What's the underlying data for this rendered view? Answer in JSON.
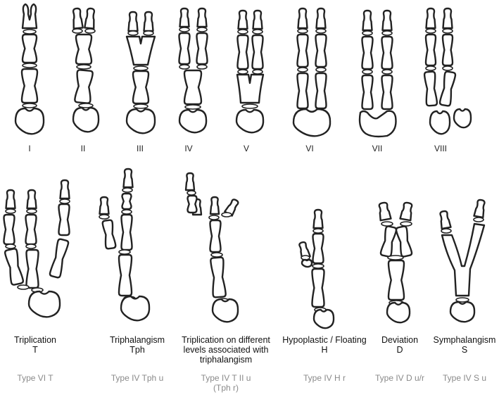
{
  "top_labels": [
    "I",
    "II",
    "III",
    "IV",
    "V",
    "VI",
    "VII",
    "VIII"
  ],
  "bottom_panels": [
    {
      "name": "Triplication",
      "code": "T",
      "type": "Type VI T"
    },
    {
      "name": "Triphalangism",
      "code": "Tph",
      "type": "Type IV Tph u"
    },
    {
      "name_lines": [
        "Triplication on different",
        "levels associated with",
        "triphalangism"
      ],
      "code": "",
      "type_lines": [
        "Type IV T II u",
        "(Tph r)"
      ]
    },
    {
      "name": "Hypoplastic / Floating",
      "code": "H",
      "type": "Type IV H r"
    },
    {
      "name": "Deviation",
      "code": "D",
      "type": "Type IV D u/r"
    },
    {
      "name": "Symphalangism",
      "code": "S",
      "type": "Type IV S u"
    }
  ]
}
